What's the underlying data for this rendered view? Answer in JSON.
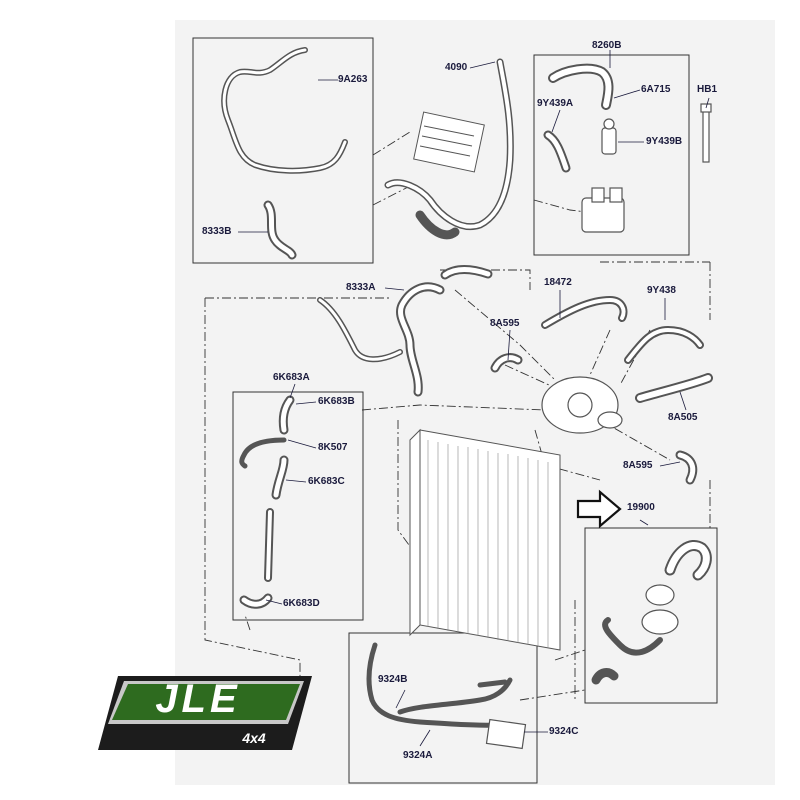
{
  "labels": {
    "9A263": "9A263",
    "4090": "4090",
    "8260B": "8260B",
    "6A715": "6A715",
    "HB1": "HB1",
    "9Y439A": "9Y439A",
    "9Y439B": "9Y439B",
    "8333B": "8333B",
    "8333A": "8333A",
    "18472": "18472",
    "9Y438": "9Y438",
    "8A595_top": "8A595",
    "6K683A": "6K683A",
    "6K683B": "6K683B",
    "8K507": "8K507",
    "6K683C": "6K683C",
    "6K683D": "6K683D",
    "8A505": "8A505",
    "8A595_bottom": "8A595",
    "19900": "19900",
    "9324B": "9324B",
    "9324C": "9324C",
    "9324A": "9324A"
  },
  "logo": {
    "main": "JLE",
    "sub": "4x4",
    "colors": {
      "green": "#2e6b1f",
      "frame": "#1c1c1c",
      "silver": "#c8c8c8"
    }
  },
  "colors": {
    "line": "#333333",
    "part": "#5a5a5a",
    "label": "#1a1a3c",
    "arrow": "#111111"
  }
}
